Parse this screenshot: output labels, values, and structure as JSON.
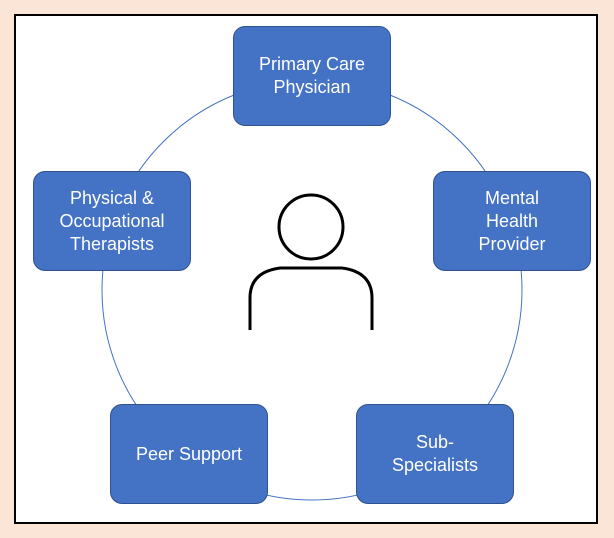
{
  "diagram": {
    "colors": {
      "page_background": "#fbe5d6",
      "panel_background": "#ffffff",
      "node_fill": "#4472c4",
      "node_border": "#2f528f",
      "node_text": "#ffffff",
      "connector": "#4472c4",
      "person_stroke": "#000000"
    },
    "center_icon": "person-icon",
    "nodes": [
      {
        "id": "primary-care-physician",
        "label": "Primary Care\nPhysician"
      },
      {
        "id": "mental-health-provider",
        "label": "Mental\nHealth\nProvider"
      },
      {
        "id": "sub-specialists",
        "label": "Sub-\nSpecialists"
      },
      {
        "id": "peer-support",
        "label": "Peer Support"
      },
      {
        "id": "physical-occupational-therapists",
        "label": "Physical &\nOccupational\nTherapists"
      }
    ]
  }
}
